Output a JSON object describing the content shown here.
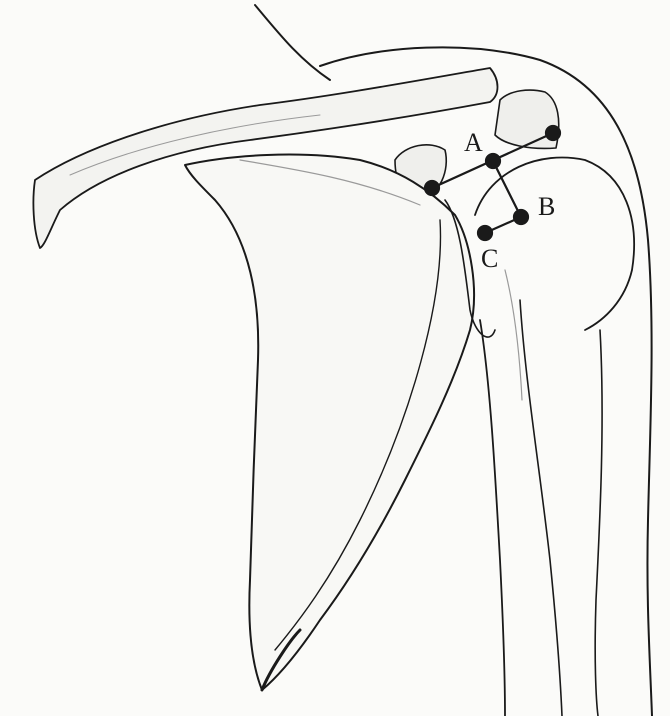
{
  "labels": {
    "a": "A",
    "b": "B",
    "c": "C"
  },
  "colors": {
    "ink": "#1a1a1a",
    "paper": "#fbfbf9",
    "shade": "#9a9a9a"
  },
  "subject": "shoulder-anatomy-sketch"
}
